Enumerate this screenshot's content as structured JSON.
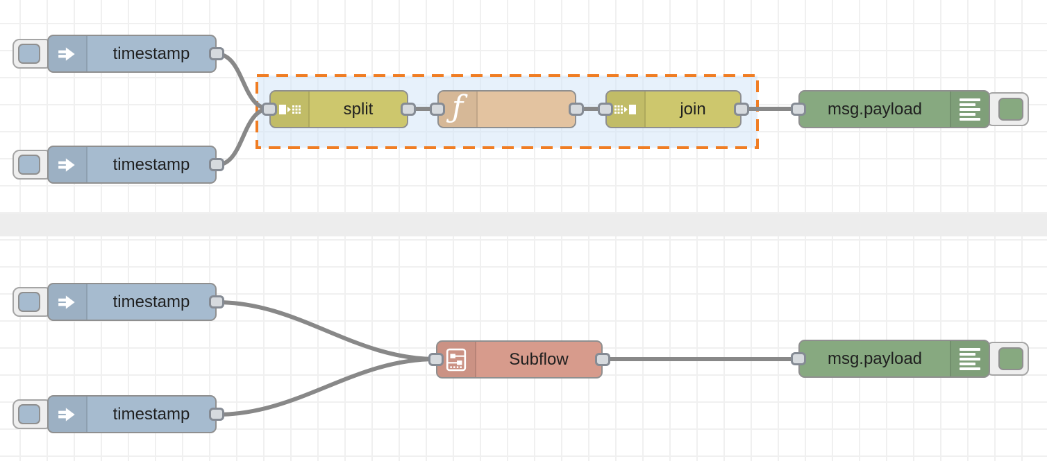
{
  "labels": {
    "inject": "timestamp",
    "split": "split",
    "function": "",
    "function_icon_glyph": "ƒ",
    "join": "join",
    "debug": "msg.payload",
    "subflow": "Subflow"
  },
  "colors": {
    "inject_node": "#a6bbcf",
    "split_join_node": "#cdc76d",
    "function_node": "#e3c3a0",
    "debug_node": "#87a980",
    "subflow_node": "#d79b8c",
    "node_border": "#8f8f8f",
    "wire": "#888888",
    "port_fill": "#d6dade",
    "selection_border": "#f07d23",
    "selection_fill": "#cfe3f8",
    "canvas_background": "#ffffff",
    "canvas_grid": "#f0f0f0",
    "flow_divider": "#ededed"
  },
  "selection": {
    "present": true,
    "contains": [
      "split",
      "function",
      "join"
    ],
    "border_style": "dashed"
  },
  "graph": {
    "top_flow": {
      "nodes": [
        {
          "type": "inject",
          "label": "timestamp"
        },
        {
          "type": "inject",
          "label": "timestamp"
        },
        {
          "type": "split",
          "label": "split",
          "selected": true
        },
        {
          "type": "function",
          "label": "",
          "selected": true
        },
        {
          "type": "join",
          "label": "join",
          "selected": true
        },
        {
          "type": "debug",
          "label": "msg.payload"
        }
      ],
      "wires": [
        [
          "inject-1",
          "split"
        ],
        [
          "inject-2",
          "split"
        ],
        [
          "split",
          "function"
        ],
        [
          "function",
          "join"
        ],
        [
          "join",
          "debug-1"
        ]
      ]
    },
    "bottom_flow": {
      "nodes": [
        {
          "type": "inject",
          "label": "timestamp"
        },
        {
          "type": "inject",
          "label": "timestamp"
        },
        {
          "type": "subflow",
          "label": "Subflow"
        },
        {
          "type": "debug",
          "label": "msg.payload"
        }
      ],
      "wires": [
        [
          "inject-3",
          "subflow"
        ],
        [
          "inject-4",
          "subflow"
        ],
        [
          "subflow",
          "debug-2"
        ]
      ]
    }
  }
}
